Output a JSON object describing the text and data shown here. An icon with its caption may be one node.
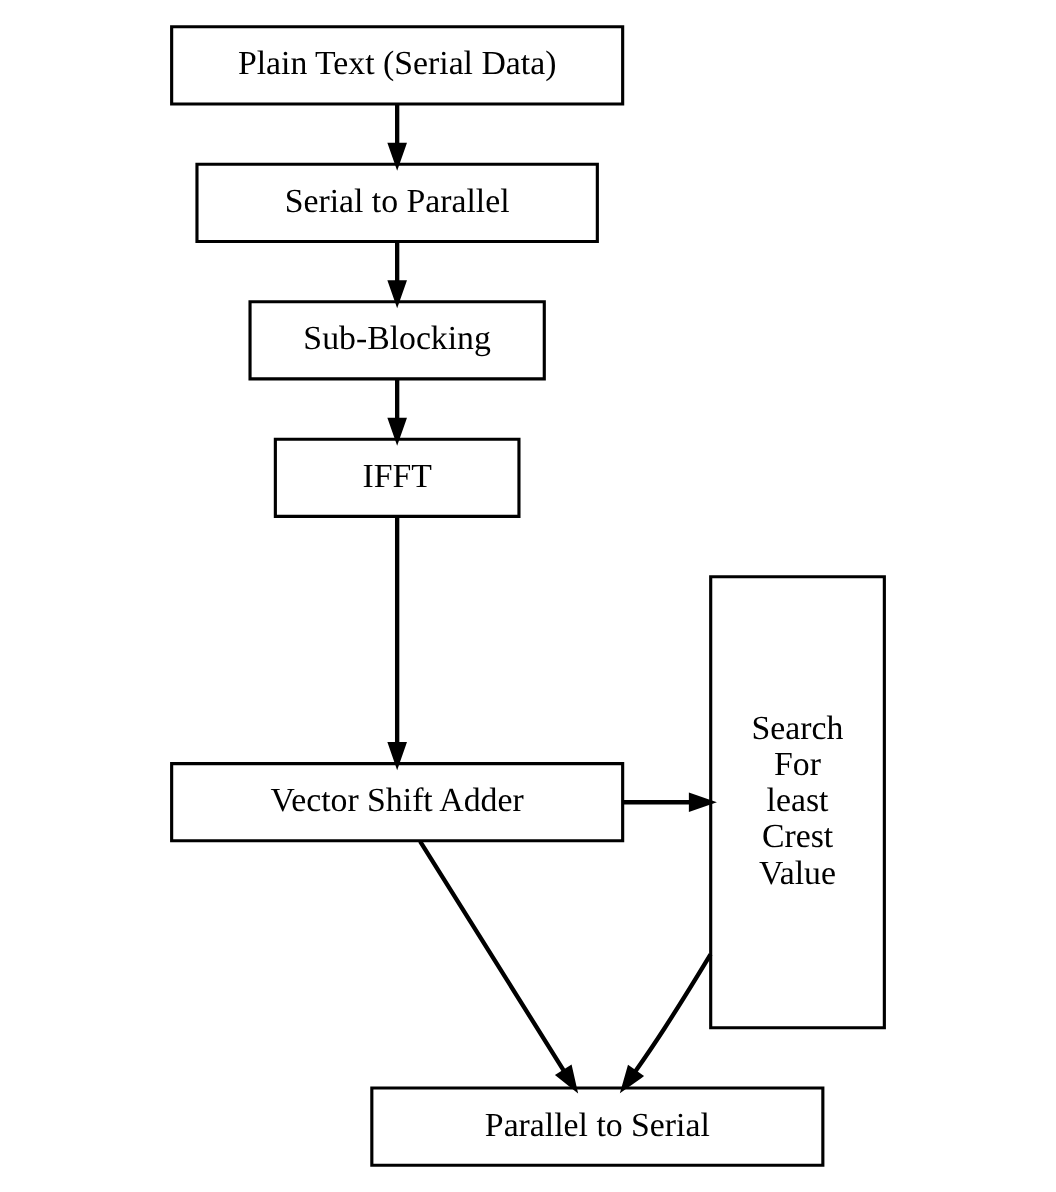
{
  "diagram": {
    "nodes": [
      {
        "text": [
          "Plain Text (Serial Data)"
        ]
      },
      {
        "text": [
          "Serial to Parallel"
        ]
      },
      {
        "text": [
          "Sub-Blocking"
        ]
      },
      {
        "text": [
          "IFFT"
        ]
      },
      {
        "text": [
          "Vector Shift Adder"
        ]
      },
      {
        "text": [
          "Parallel to Serial"
        ]
      },
      {
        "text": [
          "Search For least Crest Value"
        ]
      }
    ],
    "edges": [
      {
        "from": 0,
        "to": 1,
        "arrow": "to"
      },
      {
        "from": 1,
        "to": 2,
        "arrow": "to"
      },
      {
        "from": 2,
        "to": 3,
        "arrow": "to"
      },
      {
        "from": 3,
        "to": 4,
        "arrow": "to"
      },
      {
        "from": 4,
        "to": 5,
        "arrow": "to"
      },
      {
        "from": 4,
        "to": 6,
        "arrow": "to"
      },
      {
        "from": 6,
        "to": 5,
        "arrow": "to"
      }
    ]
  }
}
